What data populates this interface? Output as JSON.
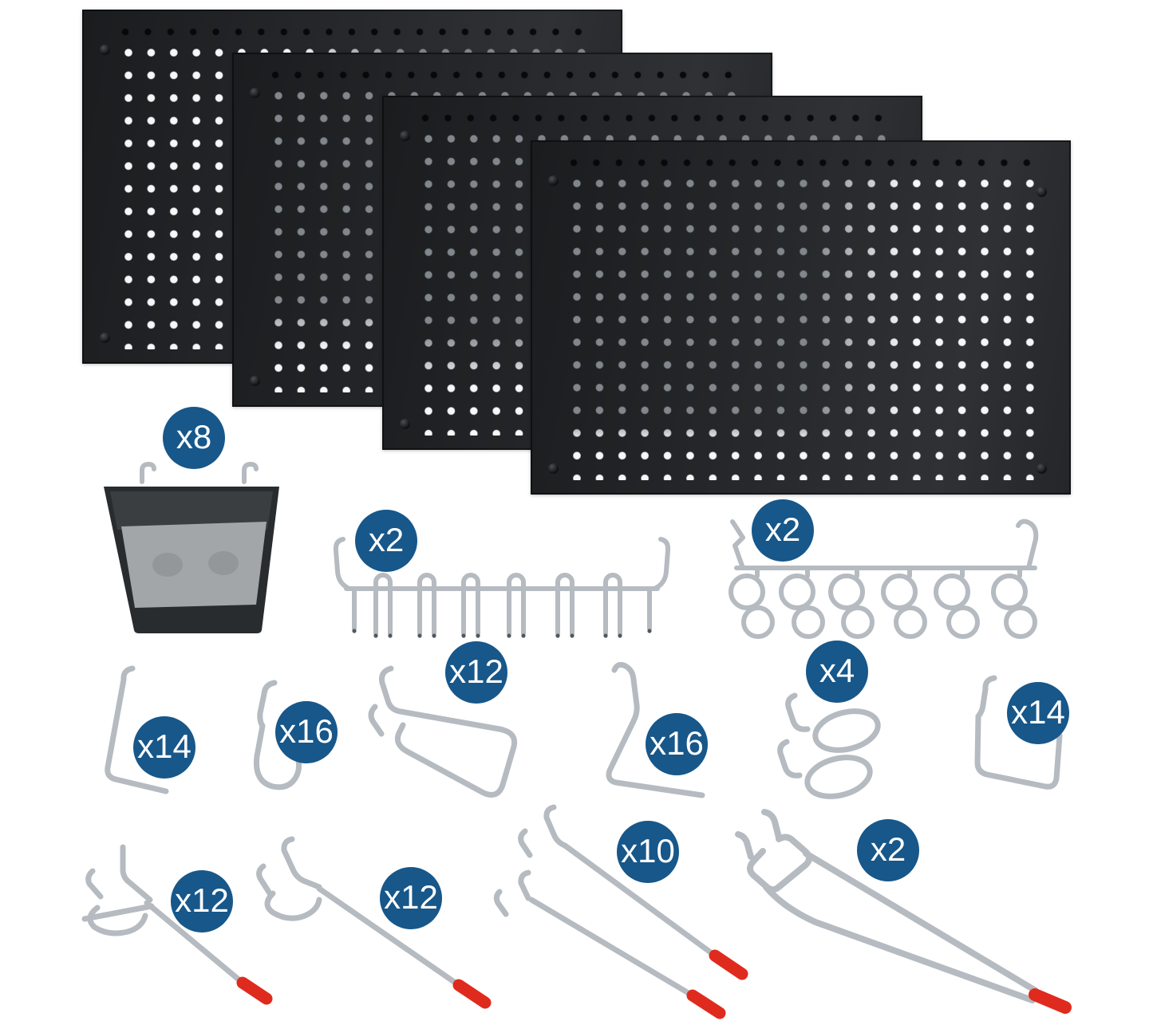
{
  "page": {
    "background": "#ffffff",
    "description_icon": "pegboard-kit-contents"
  },
  "colors": {
    "badge_fill": "#17578a",
    "badge_text": "#ffffff",
    "pegboard": "#232528",
    "pegboard_hole_bright": "#f5f7f8",
    "chrome": "#b5bbc0",
    "red_tip": "#df2b1e",
    "bin_body": "#292c2f",
    "bin_inner": "#a2a6a9"
  },
  "pegboards": {
    "count": 4,
    "icon": "pegboard-panel-icon"
  },
  "items": [
    {
      "name": "storage-bin",
      "icon": "bin-icon",
      "qty": "x8"
    },
    {
      "name": "multi-prong-tool-rack",
      "icon": "prong-rack-icon",
      "qty": "x2"
    },
    {
      "name": "curl-hook-rack",
      "icon": "curl-rack-icon",
      "qty": "x2"
    },
    {
      "name": "angle-hook-small",
      "icon": "angle-hook-icon",
      "qty": "x14"
    },
    {
      "name": "j-hook",
      "icon": "j-hook-icon",
      "qty": "x16"
    },
    {
      "name": "curved-double-prong-hook",
      "icon": "curved-hook-icon",
      "qty": "x12"
    },
    {
      "name": "elbow-hook",
      "icon": "elbow-hook-icon",
      "qty": "x16"
    },
    {
      "name": "loop-clip-hooks",
      "icon": "loop-clip-icon",
      "qty": "x4"
    },
    {
      "name": "square-hook",
      "icon": "square-hook-icon",
      "qty": "x14"
    },
    {
      "name": "ball-end-hook-short",
      "icon": "ball-hook-short-icon",
      "qty": "x12"
    },
    {
      "name": "ball-end-hook-medium",
      "icon": "ball-hook-medium-icon",
      "qty": "x12"
    },
    {
      "name": "single-prong-hook-pair",
      "icon": "long-hook-pair-icon",
      "qty": "x10"
    },
    {
      "name": "heavy-duty-double-hook",
      "icon": "heavy-hook-icon",
      "qty": "x2"
    }
  ]
}
